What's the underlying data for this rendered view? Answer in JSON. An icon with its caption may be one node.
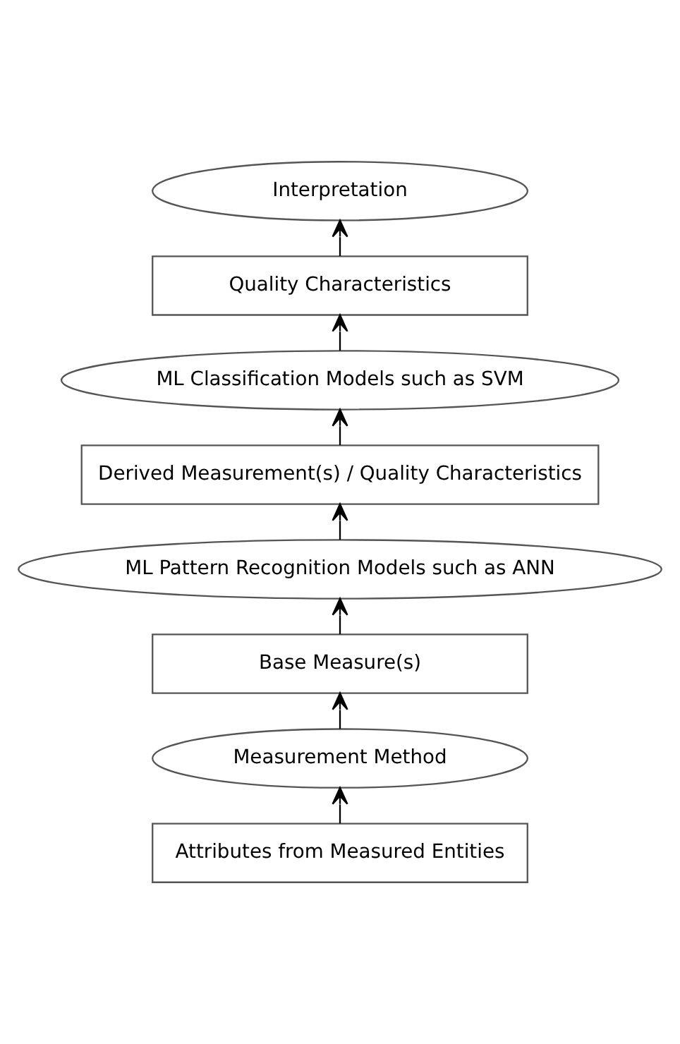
{
  "diagram": {
    "nodes": [
      {
        "text": [
          "Interpretation"
        ]
      },
      {
        "text": [
          "Quality Characteristics"
        ]
      },
      {
        "text": [
          "ML Classification Models such as SVM"
        ]
      },
      {
        "text": [
          "Derived Measurement(s) / Quality Characteristics"
        ]
      },
      {
        "text": [
          "ML Pattern Recognition Models such as ANN"
        ]
      },
      {
        "text": [
          "Base Measure(s)"
        ]
      },
      {
        "text": [
          "Measurement Method"
        ]
      },
      {
        "text": [
          "Attributes from Measured Entities"
        ]
      }
    ],
    "edges": [
      {
        "from": 7,
        "to": 6,
        "arrow": "to"
      },
      {
        "from": 6,
        "to": 5,
        "arrow": "to"
      },
      {
        "from": 5,
        "to": 4,
        "arrow": "to"
      },
      {
        "from": 4,
        "to": 3,
        "arrow": "to"
      },
      {
        "from": 3,
        "to": 2,
        "arrow": "to"
      },
      {
        "from": 2,
        "to": 1,
        "arrow": "to"
      },
      {
        "from": 1,
        "to": 0,
        "arrow": "to"
      }
    ]
  }
}
